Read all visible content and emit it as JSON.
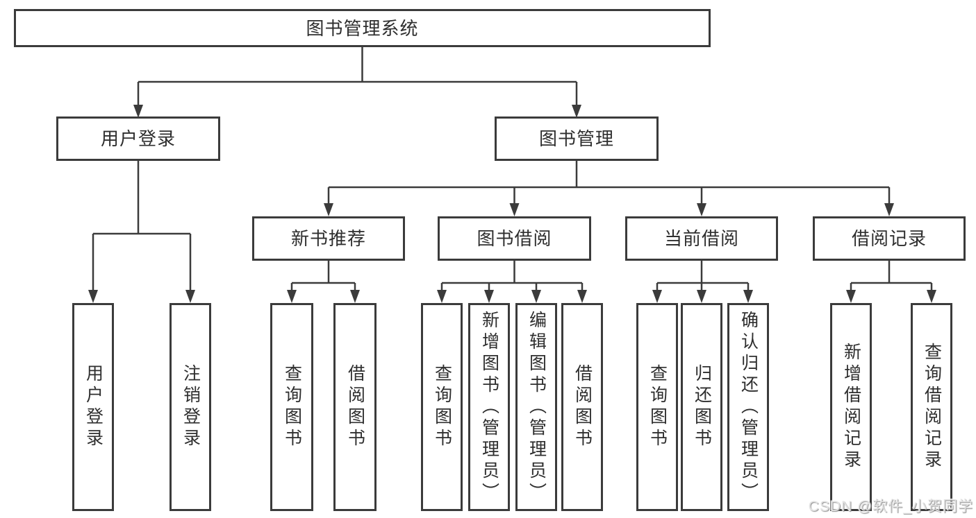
{
  "colors": {
    "line": "#3b3b3b",
    "text": "#2e2e2e",
    "box_background": "#ffffff",
    "page_background": "#ffffff",
    "watermark_text": "#e3e3e3",
    "watermark_shadow": "#8f8f8f"
  },
  "diagram": {
    "root": {
      "label": "图书管理系统"
    },
    "branches": [
      {
        "label": "用户登录",
        "children": [
          "用户登录",
          "注销登录"
        ]
      },
      {
        "label": "图书管理",
        "sections": [
          {
            "label": "新书推荐",
            "children": [
              "查询图书",
              "借阅图书"
            ]
          },
          {
            "label": "图书借阅",
            "children": [
              "查询图书",
              "新增图书（管理员）",
              "编辑图书（管理员）",
              "借阅图书"
            ]
          },
          {
            "label": "当前借阅",
            "children": [
              "查询图书",
              "归还图书",
              "确认归还（管理员）"
            ]
          },
          {
            "label": "借阅记录",
            "children": [
              "新增借阅记录",
              "查询借阅记录"
            ]
          }
        ]
      }
    ]
  },
  "watermark": {
    "text": "CSDN @软件_小贺同学"
  }
}
